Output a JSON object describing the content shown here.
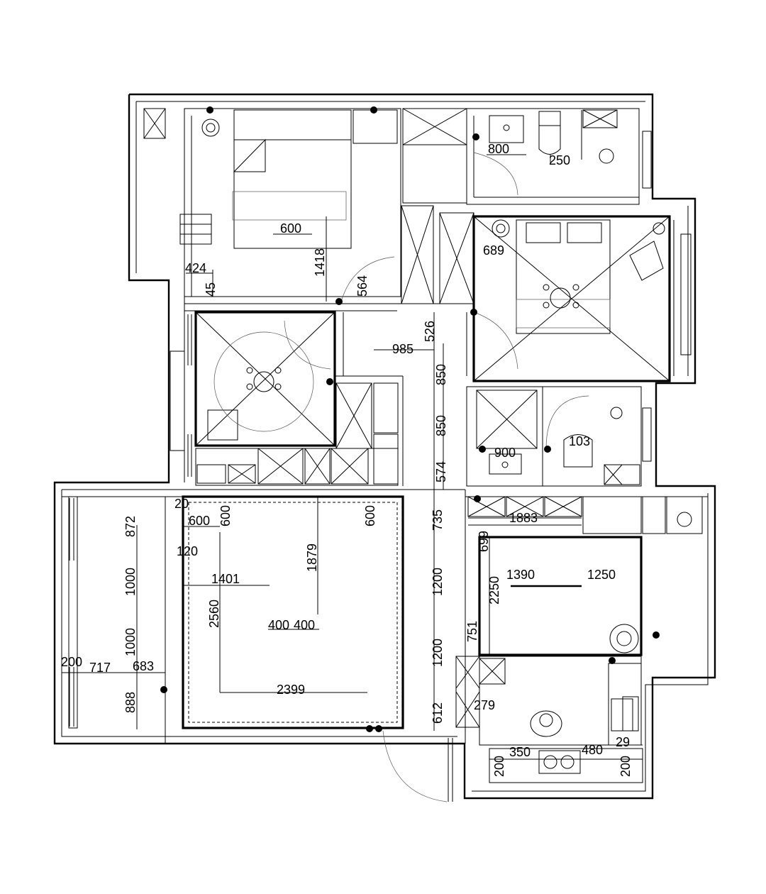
{
  "plan": {
    "dimensions_h": [
      {
        "id": "d-800",
        "text": "800"
      },
      {
        "id": "d-250",
        "text": "250"
      },
      {
        "id": "d-600-bed",
        "text": "600"
      },
      {
        "id": "d-689",
        "text": "689"
      },
      {
        "id": "d-424",
        "text": "424"
      },
      {
        "id": "d-985",
        "text": "985"
      },
      {
        "id": "d-20",
        "text": "20"
      },
      {
        "id": "d-600-l",
        "text": "600"
      },
      {
        "id": "d-120",
        "text": "120"
      },
      {
        "id": "d-1401",
        "text": "1401"
      },
      {
        "id": "d-400a",
        "text": "400"
      },
      {
        "id": "d-400b",
        "text": "400"
      },
      {
        "id": "d-2399",
        "text": "2399"
      },
      {
        "id": "d-200",
        "text": "200"
      },
      {
        "id": "d-717",
        "text": "717"
      },
      {
        "id": "d-683",
        "text": "683"
      },
      {
        "id": "d-1883",
        "text": "1883"
      },
      {
        "id": "d-1390",
        "text": "1390"
      },
      {
        "id": "d-1250",
        "text": "1250"
      },
      {
        "id": "d-900",
        "text": "900"
      },
      {
        "id": "d-279",
        "text": "279"
      },
      {
        "id": "d-350",
        "text": "350"
      },
      {
        "id": "d-480",
        "text": "480"
      },
      {
        "id": "d-29",
        "text": "29"
      },
      {
        "id": "d-103",
        "text": "103"
      }
    ],
    "dimensions_v": [
      {
        "id": "v-1418",
        "text": "1418"
      },
      {
        "id": "v-564",
        "text": "564"
      },
      {
        "id": "v-45",
        "text": "45"
      },
      {
        "id": "v-526",
        "text": "526"
      },
      {
        "id": "v-850a",
        "text": "850"
      },
      {
        "id": "v-850b",
        "text": "850"
      },
      {
        "id": "v-574",
        "text": "574"
      },
      {
        "id": "v-735",
        "text": "735"
      },
      {
        "id": "v-1200a",
        "text": "1200"
      },
      {
        "id": "v-1200b",
        "text": "1200"
      },
      {
        "id": "v-612",
        "text": "612"
      },
      {
        "id": "v-872",
        "text": "872"
      },
      {
        "id": "v-1000a",
        "text": "1000"
      },
      {
        "id": "v-1000b",
        "text": "1000"
      },
      {
        "id": "v-888",
        "text": "888"
      },
      {
        "id": "v-600a",
        "text": "600"
      },
      {
        "id": "v-600b",
        "text": "600"
      },
      {
        "id": "v-1879",
        "text": "1879"
      },
      {
        "id": "v-2560",
        "text": "2560"
      },
      {
        "id": "v-699",
        "text": "699"
      },
      {
        "id": "v-2250",
        "text": "2250"
      },
      {
        "id": "v-751",
        "text": "751"
      },
      {
        "id": "v-200a",
        "text": "200"
      },
      {
        "id": "v-200b",
        "text": "200"
      }
    ]
  }
}
